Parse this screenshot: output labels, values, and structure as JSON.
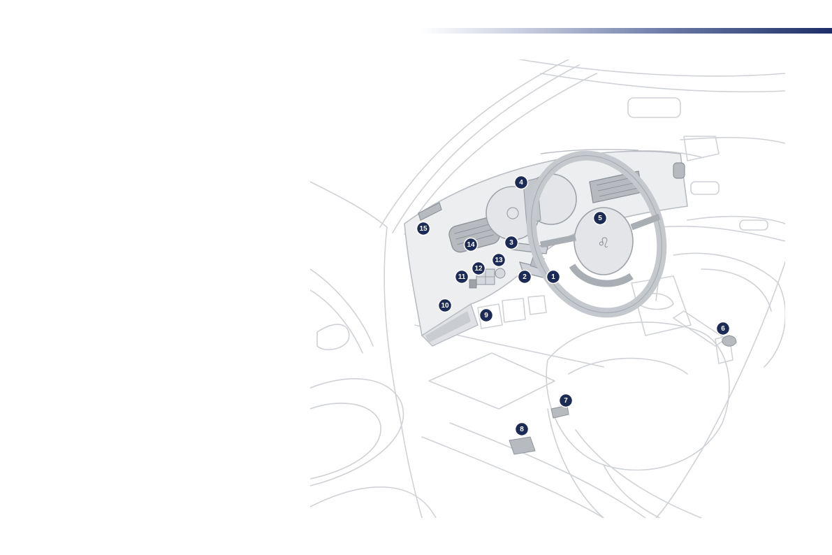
{
  "header": {
    "accent_gradient": [
      "#c9cfe0",
      "#6b7aa6",
      "#1c2f66"
    ]
  },
  "illustration": {
    "line_color": "#cfd2d6",
    "fill_color": "#eceef0",
    "dark_fill_color": "#b7bbc0",
    "marker_color": "#1b2a57",
    "markers": [
      {
        "id": "marker-1",
        "label": "1"
      },
      {
        "id": "marker-2",
        "label": "2"
      },
      {
        "id": "marker-3",
        "label": "3"
      },
      {
        "id": "marker-4",
        "label": "4"
      },
      {
        "id": "marker-5",
        "label": "5"
      },
      {
        "id": "marker-6",
        "label": "6"
      },
      {
        "id": "marker-7",
        "label": "7"
      },
      {
        "id": "marker-8",
        "label": "8"
      },
      {
        "id": "marker-9",
        "label": "9"
      },
      {
        "id": "marker-10",
        "label": "10"
      },
      {
        "id": "marker-11",
        "label": "11"
      },
      {
        "id": "marker-12",
        "label": "12"
      },
      {
        "id": "marker-13",
        "label": "13"
      },
      {
        "id": "marker-14",
        "label": "14"
      },
      {
        "id": "marker-15",
        "label": "15"
      }
    ]
  }
}
